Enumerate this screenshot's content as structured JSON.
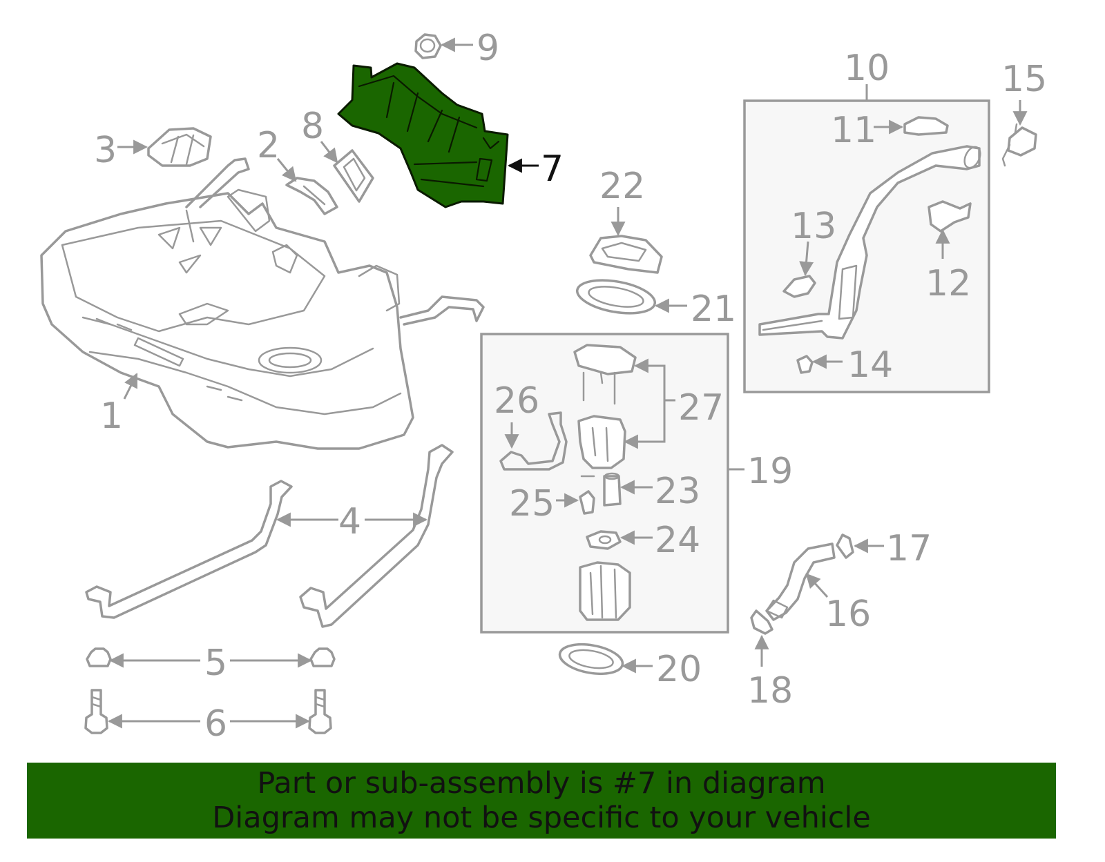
{
  "highlight_color": "#1a6600",
  "callouts": {
    "c1": "1",
    "c2": "2",
    "c3": "3",
    "c4": "4",
    "c5": "5",
    "c6": "6",
    "c7": "7",
    "c8": "8",
    "c9": "9",
    "c10": "10",
    "c11": "11",
    "c12": "12",
    "c13": "13",
    "c14": "14",
    "c15": "15",
    "c16": "16",
    "c17": "17",
    "c18": "18",
    "c19": "19",
    "c20": "20",
    "c21": "21",
    "c22": "22",
    "c23": "23",
    "c24": "24",
    "c25": "25",
    "c26": "26",
    "c27": "27"
  },
  "banner": {
    "line1": "Part or sub-assembly is #7 in diagram",
    "line2": "Diagram may not be specific to your vehicle"
  }
}
